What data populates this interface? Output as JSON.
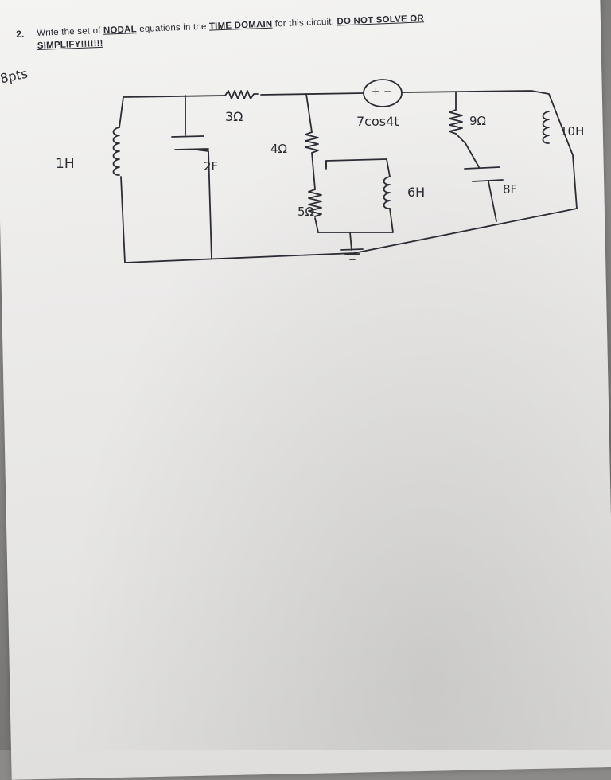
{
  "question": {
    "number": "2.",
    "part1": "Write the set of ",
    "nodal": "NODAL",
    "part2": " equations in the ",
    "time_domain": "TIME DOMAIN",
    "part3": " for this circuit. ",
    "no_solve": "DO NOT SOLVE OR",
    "simplify": "SIMPLIFY!!!!!!!"
  },
  "points_label": "8pts",
  "circuit": {
    "inductor_1h": "1H",
    "capacitor_2f": "2F",
    "resistor_3": "3Ω",
    "resistor_4": "4Ω",
    "resistor_5": "5Ω",
    "source_label": "7cos4t",
    "source_polarity": "+ −",
    "inductor_6h": "6H",
    "resistor_9": "9Ω",
    "capacitor_8f": "8F",
    "inductor_10h": "10H"
  }
}
